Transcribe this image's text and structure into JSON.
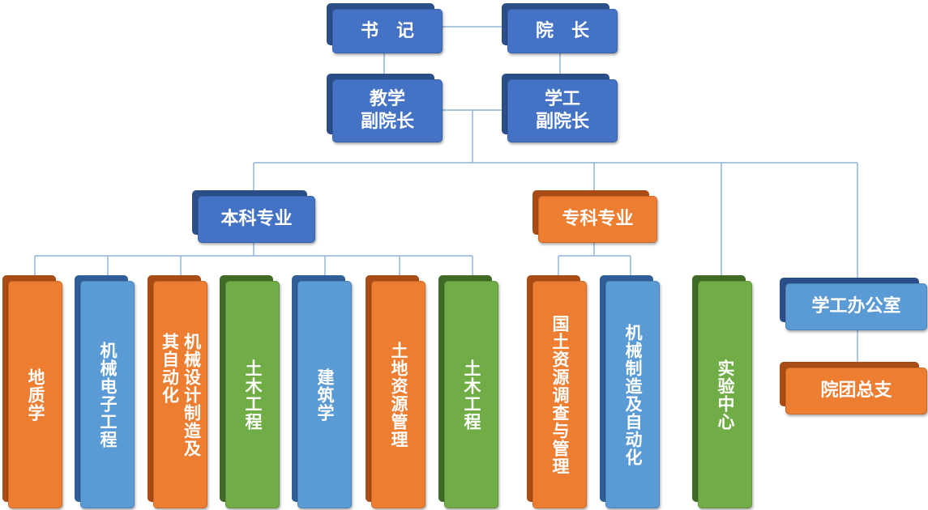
{
  "leadership": {
    "secretary": "书　记",
    "dean": "院　长",
    "vice_dean_teaching": "教学\n副院长",
    "vice_dean_student": "学工\n副院长"
  },
  "categories": {
    "undergraduate": "本科专业",
    "junior_college": "专科专业"
  },
  "undergraduate_majors": [
    "地质学",
    "机械电子工程",
    "机械设计制造及其自动化",
    "土木工程",
    "建筑学",
    "土地资源管理",
    "土木工程"
  ],
  "undergraduate_major_col1": "机械设计制造及",
  "undergraduate_major_col2": "其自动化",
  "junior_college_majors": [
    "国土资源调查与管理",
    "机械制造及自动化"
  ],
  "experiment_center": "实验中心",
  "student_affairs_office": "学工办公室",
  "youth_league_branch": "院团总支",
  "colors": {
    "dark_blue": "#4472c4",
    "light_blue": "#5b9bd5",
    "orange": "#ed7d31",
    "green": "#70ad47",
    "connector": "#8fb4d8"
  }
}
